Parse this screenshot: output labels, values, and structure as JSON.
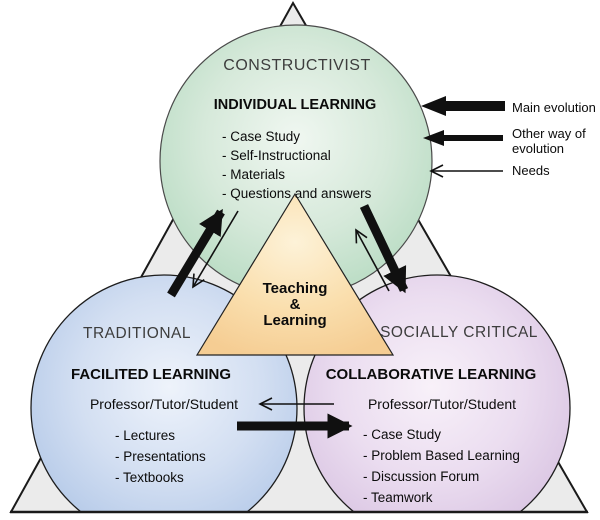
{
  "nodes": {
    "constructivist": {
      "title": "CONSTRUCTIVIST",
      "heading": "INDIVIDUAL LEARNING",
      "items": [
        "- Case Study",
        "- Self-Instructional",
        "- Materials",
        "- Questions and answers"
      ],
      "color": "#b9dcc4"
    },
    "traditional": {
      "title": "TRADITIONAL",
      "heading": "FACILITED LEARNING",
      "subheading": "Professor/Tutor/Student",
      "items": [
        "- Lectures",
        "- Presentations",
        "- Textbooks"
      ],
      "color": "#b6cbe9"
    },
    "socially_critical": {
      "title": "SOCIALLY CRITICAL",
      "heading": "COLLABORATIVE LEARNING",
      "subheading": "Professor/Tutor/Student",
      "items": [
        "- Case Study",
        "- Problem Based Learning",
        "- Discussion Forum",
        "- Teamwork"
      ],
      "color": "#dbc7e3"
    }
  },
  "center_triangle": {
    "lines": [
      "Teaching",
      "&",
      "Learning"
    ],
    "color": "#f6cf97"
  },
  "legend": {
    "items": [
      {
        "id": "main-evolution",
        "label": "Main evolution",
        "arrow": "thick-solid-arrow"
      },
      {
        "id": "other-way-of-evolution",
        "label": "Other way of evolution",
        "arrow": "medium-solid-arrow"
      },
      {
        "id": "needs",
        "label": "Needs",
        "arrow": "thin-open-arrow"
      }
    ]
  },
  "background": {
    "triangle_color": "#ebebeb",
    "outline_color": "#1a1a1a"
  }
}
